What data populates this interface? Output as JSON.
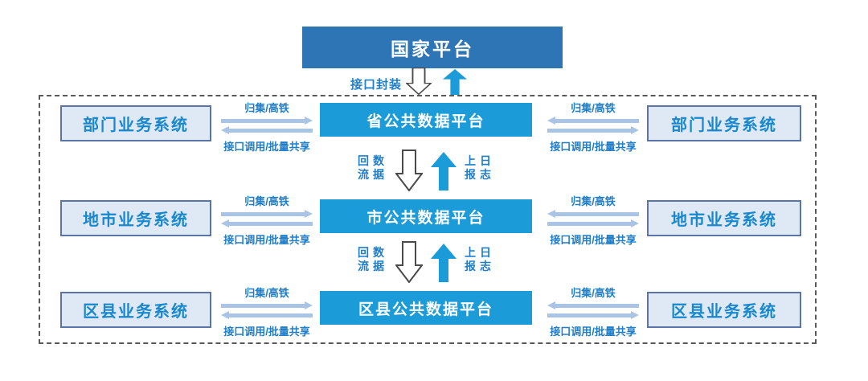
{
  "colors": {
    "national_fill": "#2E75B6",
    "platform_fill": "#1B9CD9",
    "side_fill": "#DFE8F5",
    "side_border": "#5B74A8",
    "side_text": "#1888CE",
    "label_text": "#1F7EC8",
    "h_arrow": "#A9C4E4",
    "up_arrow": "#1B9CD9",
    "down_arrow_stroke": "#4A4A4A",
    "dashed_border": "#595959"
  },
  "national": {
    "label": "国家平台"
  },
  "top_connector": {
    "label": "接口封装"
  },
  "h_arrow_labels": {
    "top": "归集/高铁",
    "bottom": "接口调用/批量共享"
  },
  "v_connector": {
    "left_lines": [
      "回数",
      "流据"
    ],
    "right_lines": [
      "上日",
      "报志"
    ]
  },
  "rows": [
    {
      "left": "部门业务系统",
      "center": "省公共数据平台",
      "right": "部门业务系统"
    },
    {
      "left": "地市业务系统",
      "center": "市公共数据平台",
      "right": "地市业务系统"
    },
    {
      "left": "区县业务系统",
      "center": "区县公共数据平台",
      "right": "区县业务系统"
    }
  ]
}
